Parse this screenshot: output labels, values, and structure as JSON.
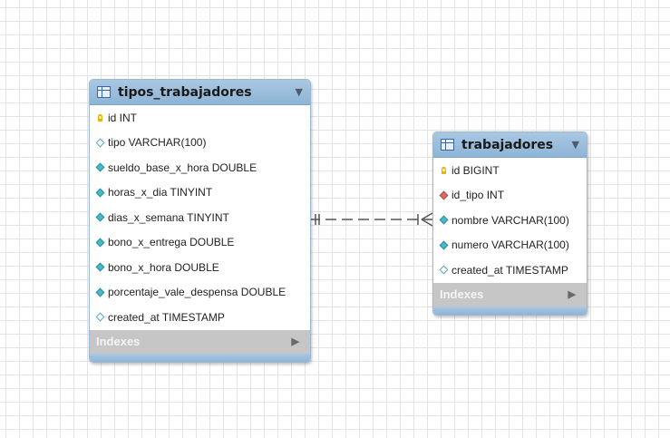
{
  "tables": [
    {
      "name": "tipos_trabajadores",
      "toggle_icon": "triangle-down",
      "columns": [
        {
          "text": "id INT",
          "icon": "primary-key-icon"
        },
        {
          "text": "tipo VARCHAR(100)",
          "icon": "nullable-column-icon"
        },
        {
          "text": "sueldo_base_x_hora DOUBLE",
          "icon": "not-null-column-icon"
        },
        {
          "text": "horas_x_dia TINYINT",
          "icon": "not-null-column-icon"
        },
        {
          "text": "dias_x_semana TINYINT",
          "icon": "not-null-column-icon"
        },
        {
          "text": "bono_x_entrega DOUBLE",
          "icon": "not-null-column-icon"
        },
        {
          "text": "bono_x_hora DOUBLE",
          "icon": "not-null-column-icon"
        },
        {
          "text": "porcentaje_vale_despensa DOUBLE",
          "icon": "not-null-column-icon"
        },
        {
          "text": "created_at TIMESTAMP",
          "icon": "nullable-column-icon"
        }
      ],
      "indexes_label": "Indexes"
    },
    {
      "name": "trabajadores",
      "toggle_icon": "triangle-down",
      "columns": [
        {
          "text": "id BIGINT",
          "icon": "primary-key-icon"
        },
        {
          "text": "id_tipo INT",
          "icon": "foreign-key-icon"
        },
        {
          "text": "nombre VARCHAR(100)",
          "icon": "not-null-column-icon"
        },
        {
          "text": "numero VARCHAR(100)",
          "icon": "not-null-column-icon"
        },
        {
          "text": "created_at TIMESTAMP",
          "icon": "nullable-column-icon"
        }
      ],
      "indexes_label": "Indexes"
    }
  ],
  "relationship": {
    "from": "tipos_trabajadores",
    "to": "trabajadores",
    "from_cardinality": "one-and-only-one",
    "to_cardinality": "one-or-many",
    "line_style": "dashed"
  },
  "colors": {
    "header": "#9dbfdd",
    "index_bar": "#c6c6c6",
    "not_null_icon": "#49b9c9",
    "foreign_key_icon": "#d96a6a",
    "primary_key_icon": "#e9b300",
    "relation_line": "#555555"
  }
}
